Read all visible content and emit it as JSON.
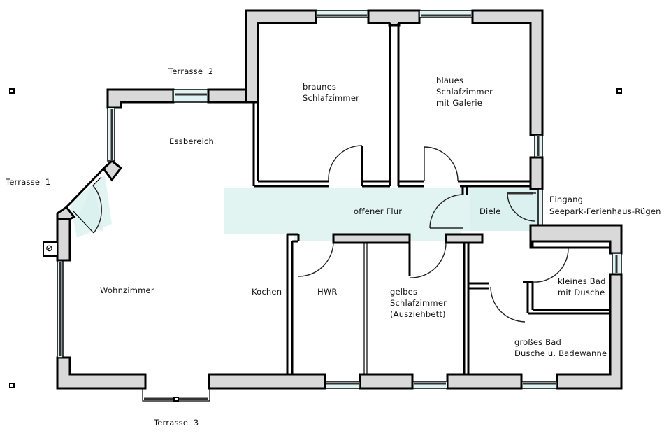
{
  "plan": {
    "wall_color": "#d9d9d9",
    "hall_color": "#d8f0ee",
    "outline_color": "#000000",
    "rooms": {
      "essbereich": "Essbereich",
      "wohnzimmer": "Wohnzimmer",
      "kochen": "Kochen",
      "braunes_l1": "braunes",
      "braunes_l2": "Schlafzimmer",
      "blaues_l1": "blaues",
      "blaues_l2": "Schlafzimmer",
      "blaues_l3": "mit Galerie",
      "flur": "offener Flur",
      "diele": "Diele",
      "hwr": "HWR",
      "gelbes_l1": "gelbes",
      "gelbes_l2": "Schlafzimmer",
      "gelbes_l3": "(Ausziehbett)",
      "kleines_bad_l1": "kleines Bad",
      "kleines_bad_l2": "mit Dusche",
      "grosses_bad_l1": "großes Bad",
      "grosses_bad_l2": "Dusche u. Badewanne"
    },
    "outside": {
      "terrasse1": "Terrasse  1",
      "terrasse2": "Terrasse  2",
      "terrasse3": "Terrasse  3",
      "eingang_l1": "Eingang",
      "eingang_l2": "Seepark-Ferienhaus-Rügen"
    },
    "symbols": {
      "no_entry": "⊘"
    }
  }
}
